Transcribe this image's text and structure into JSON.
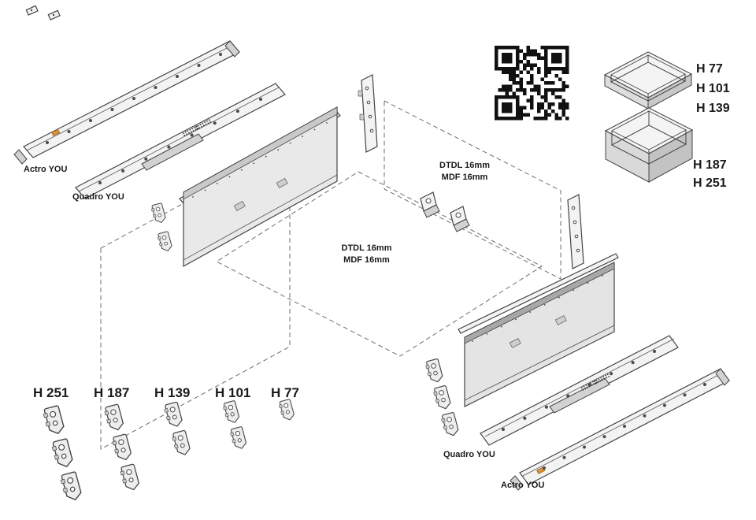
{
  "rails_top": {
    "actro": "Actro YOU",
    "quadro": "Quadro YOU"
  },
  "rails_bottom": {
    "quadro": "Quadro YOU",
    "actro": "Actro YOU"
  },
  "back_panel": {
    "line1": "DTDL 16mm",
    "line2": "MDF 16mm"
  },
  "bottom_panel": {
    "line1": "DTDL 16mm",
    "line2": "MDF 16mm"
  },
  "box_heights_low": [
    "H 77",
    "H 101",
    "H 139"
  ],
  "box_heights_high": [
    "H 187",
    "H 251"
  ],
  "bracket_heights": [
    "H 251",
    "H 187",
    "H 139",
    "H 101",
    "H 77"
  ],
  "icons": {
    "qr": "qr-code",
    "drawer_box_low": "shallow-drawer-box",
    "drawer_box_high": "deep-drawer-box",
    "front_brackets": "front-fixing-bracket-icons"
  },
  "colors": {
    "line": "#444444",
    "panel_fill": "#e9e9e9",
    "accent_orange": "#d98f35",
    "qr_black": "#111111"
  }
}
